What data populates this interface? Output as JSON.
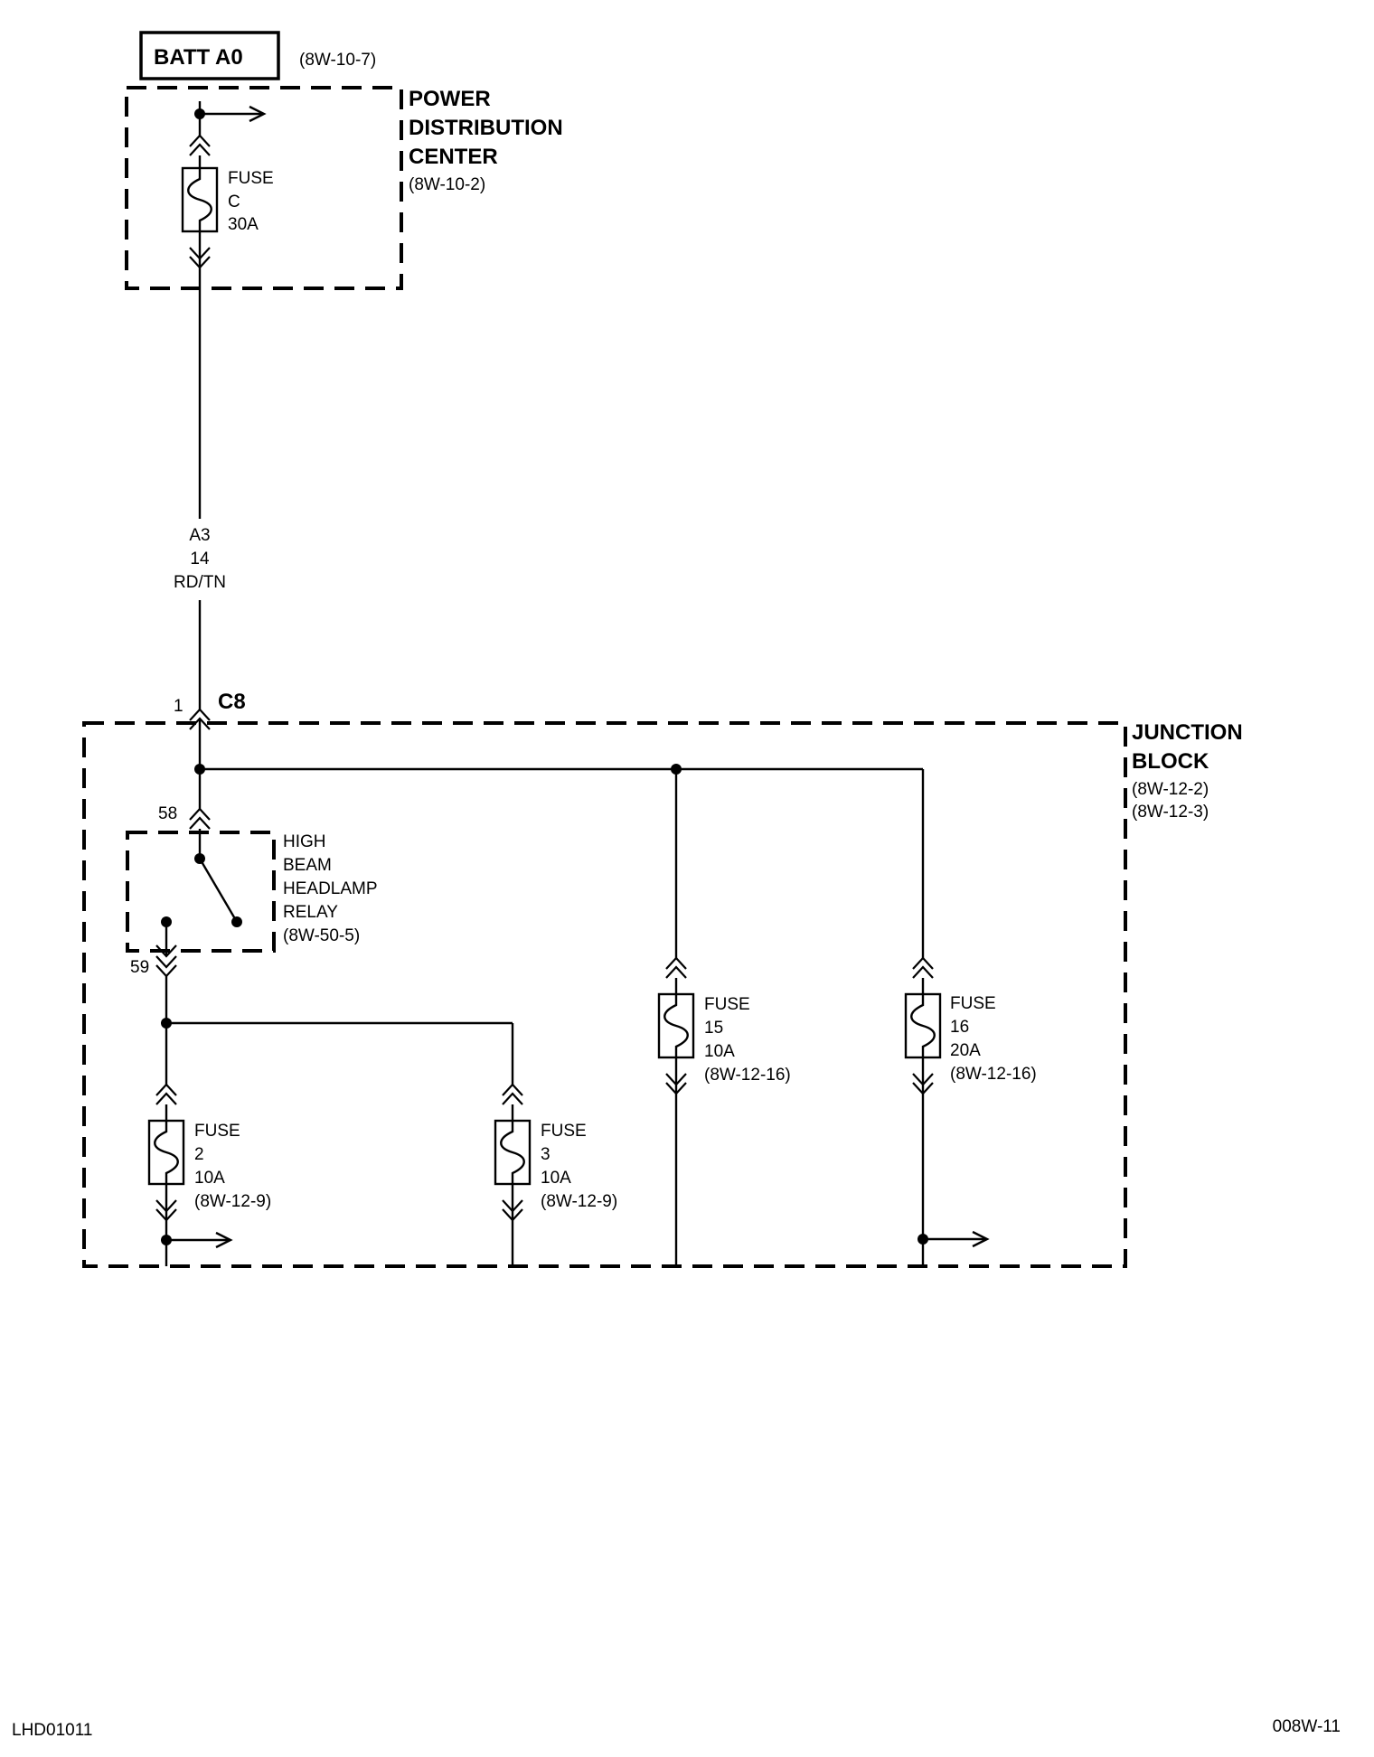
{
  "battery": {
    "label": "BATT A0",
    "ref": "(8W-10-7)"
  },
  "pdc": {
    "title_lines": [
      "POWER",
      "DISTRIBUTION",
      "CENTER"
    ],
    "ref": "(8W-10-2)",
    "fuse": {
      "word": "FUSE",
      "id": "C",
      "rating": "30A"
    }
  },
  "wire": {
    "circuit": "A3",
    "gauge": "14",
    "color": "RD/TN"
  },
  "connector": {
    "pin": "1",
    "name": "C8"
  },
  "junction_block": {
    "title_lines": [
      "JUNCTION",
      "BLOCK"
    ],
    "refs": [
      "(8W-12-2)",
      "(8W-12-3)"
    ]
  },
  "relay": {
    "pin_in": "58",
    "pin_out": "59",
    "name_lines": [
      "HIGH",
      "BEAM",
      "HEADLAMP",
      "RELAY"
    ],
    "ref": "(8W-50-5)"
  },
  "fuses": [
    {
      "word": "FUSE",
      "id": "2",
      "rating": "10A",
      "ref": "(8W-12-9)"
    },
    {
      "word": "FUSE",
      "id": "3",
      "rating": "10A",
      "ref": "(8W-12-9)"
    },
    {
      "word": "FUSE",
      "id": "15",
      "rating": "10A",
      "ref": "(8W-12-16)"
    },
    {
      "word": "FUSE",
      "id": "16",
      "rating": "20A",
      "ref": "(8W-12-16)"
    }
  ],
  "footer": {
    "left": "LHD01011",
    "right": "008W-11"
  }
}
